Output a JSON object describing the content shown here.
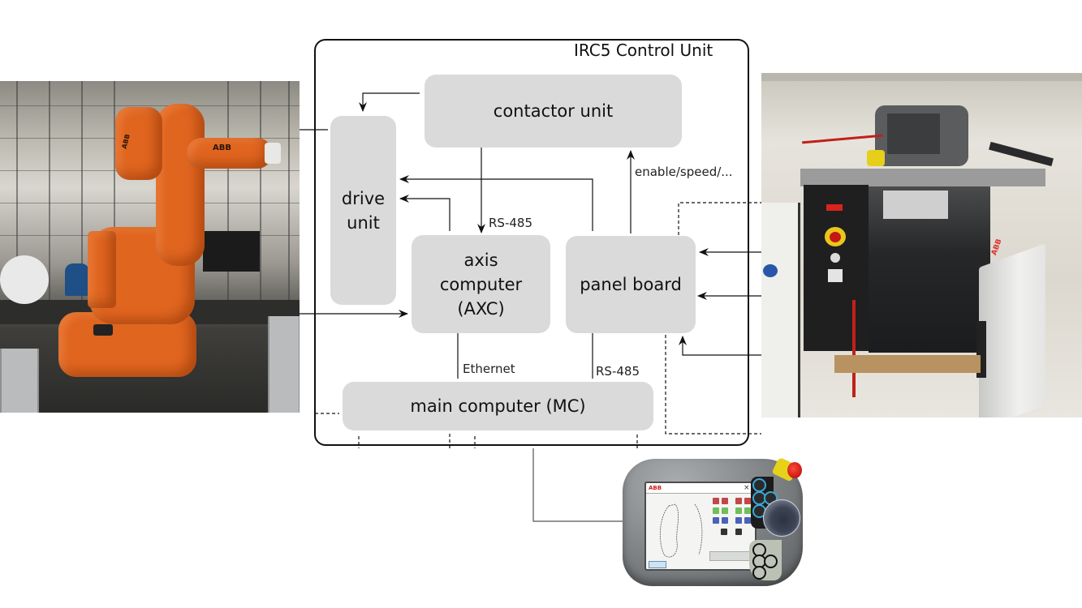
{
  "figure": {
    "title": "IRC5 Control Unit",
    "description": "Architecture of the ABB IRC5 robot controller with photos of the robot arm, the controller cabinet and the teach pendant"
  },
  "photos": {
    "robot": {
      "label": "ABB industrial robot arm (IRB series)",
      "brand_text": "ABB"
    },
    "cabinet": {
      "label": "IRC5 controller cabinet with open door",
      "brand_text": "ABB"
    },
    "pendant": {
      "label": "FlexPendant teach pendant",
      "brand_text": "ABB"
    }
  },
  "blocks": {
    "contactor": {
      "label": "contactor unit"
    },
    "drive": {
      "label_line1": "drive",
      "label_line2": "unit"
    },
    "axc": {
      "label_line1": "axis",
      "label_line2": "computer",
      "label_line3": "(AXC)"
    },
    "panel": {
      "label": "panel board"
    },
    "mc": {
      "label": "main computer (MC)"
    }
  },
  "edge_labels": {
    "contactor_to_axc": "RS-485",
    "panel_to_contactor": "enable/speed/...",
    "axc_to_mc": "Ethernet",
    "panel_to_mc": "RS-485"
  },
  "connections": [
    {
      "from": "contactor unit",
      "to": "drive unit",
      "style": "solid",
      "arrow": true
    },
    {
      "from": "contactor unit",
      "to": "axis computer (AXC)",
      "style": "solid",
      "arrow": true,
      "label": "RS-485"
    },
    {
      "from": "axis computer (AXC)",
      "to": "drive unit",
      "style": "solid",
      "arrow": true
    },
    {
      "from": "panel board",
      "to": "drive unit",
      "style": "solid",
      "arrow": true
    },
    {
      "from": "panel board",
      "to": "contactor unit",
      "style": "solid",
      "arrow": true,
      "label": "enable/speed/..."
    },
    {
      "from": "axis computer (AXC)",
      "to": "main computer (MC)",
      "style": "solid",
      "arrow": false,
      "label": "Ethernet"
    },
    {
      "from": "panel board",
      "to": "main computer (MC)",
      "style": "solid",
      "arrow": false,
      "label": "RS-485"
    },
    {
      "from": "robot arm",
      "to": "drive unit",
      "style": "solid",
      "arrow": false
    },
    {
      "from": "robot arm",
      "to": "axis computer (AXC)",
      "style": "solid",
      "arrow": true
    },
    {
      "from": "cabinet",
      "to": "panel board",
      "style": "solid",
      "arrow": true,
      "count": 3
    },
    {
      "from": "main computer (MC)",
      "to": "teach pendant",
      "style": "solid",
      "arrow": false
    },
    {
      "from": "main computer (MC)",
      "to": "robot arm",
      "style": "dashed",
      "arrow": false
    },
    {
      "from": "panel board",
      "to": "cabinet",
      "style": "dashed",
      "arrow": false
    }
  ],
  "colors": {
    "block_fill": "#dadada",
    "frame_stroke": "#111111",
    "wire": "#111111",
    "robot_orange": "#e0651f",
    "pendant_key_blue": "#3aa7d6",
    "estop_red": "#c1120d",
    "estop_yellow": "#e7d21a"
  }
}
